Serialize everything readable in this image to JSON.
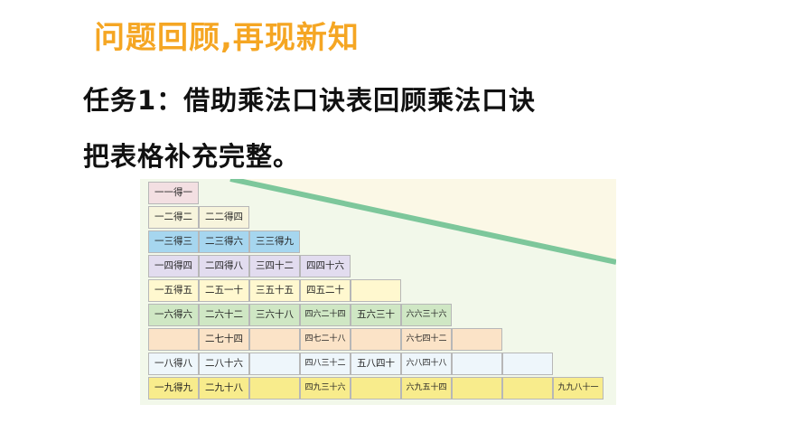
{
  "header": {
    "title": "问题回顾,再现新知",
    "task_line1": "任务1：借助乘法口诀表回顾乘法口诀",
    "task_line2": "把表格补充完整。"
  },
  "table": {
    "rows": [
      [
        "一一得一"
      ],
      [
        "一二得二",
        "二二得四"
      ],
      [
        "一三得三",
        "二三得六",
        "三三得九"
      ],
      [
        "一四得四",
        "二四得八",
        "三四十二",
        "四四十六"
      ],
      [
        "一五得五",
        "二五一十",
        "三五十五",
        "四五二十",
        ""
      ],
      [
        "一六得六",
        "二六十二",
        "三六十八",
        "四六二十四",
        "五六三十",
        "六六三十六"
      ],
      [
        "",
        "二七十四",
        "",
        "四七二十八",
        "",
        "六七四十二",
        ""
      ],
      [
        "一八得八",
        "二八十六",
        "",
        "四八三十二",
        "五八四十",
        "六八四十八",
        "",
        ""
      ],
      [
        "一九得九",
        "二九十八",
        "",
        "四九三十六",
        "",
        "六九五十四",
        "",
        "",
        "九九八十一"
      ]
    ]
  },
  "colors": {
    "title": "#f5a623",
    "diagonal": "#7dc79b",
    "board_bg": "#f2f8ea"
  }
}
